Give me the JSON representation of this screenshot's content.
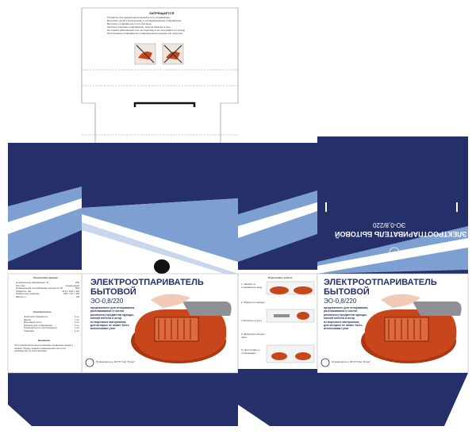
{
  "colors": {
    "navy": "#25306b",
    "light_blue": "#7e9fd1",
    "pale_blue": "#c9d7ee",
    "product_red": "#c7461c",
    "handle_grey": "#8d9097",
    "background": "#ffffff"
  },
  "top_flap": {
    "heading": "ЗАПРЕЩАЕТСЯ",
    "lines": [
      "Оставлять без надзора включенный в сеть отпариватель",
      "Допускать детей к включенному и охлаждающемуся отпаривателю",
      "Включать отпариватель в сеть без воды",
      "Касаться подошвы отпаривателя, пока он включен в сеть",
      "Не ставьте работающий утюг на подставку и не погружайте его в воду",
      "Использовать отпариватель с поврежденным шнуром или корпусом"
    ],
    "icons": [
      "no-touch-hand-icon",
      "no-touch-hand-icon"
    ]
  },
  "front_panel": {
    "title_line1": "ЭЛЕКТРООТПАРИВАТЕЛЬ",
    "title_line2": "БЫТОВОЙ",
    "model": "ЭО-0,8/220",
    "description": [
      "предназначен для отпаривания,",
      "разглаживания и чистки",
      "различных предметов одежды,",
      "мягкой мебели и штор",
      "из ворсовых материалов,",
      "для которых не может быть",
      "использован утюг"
    ],
    "manufacturer": "Производитель: ФГУП ГНЦ \"Русал\""
  },
  "side_panel_left": {
    "spec_heading": "Технические данные",
    "specs": [
      [
        "Номинальное напряжение, В",
        "220"
      ],
      [
        "Ток тока",
        "переменный"
      ],
      [
        "Номинальная потребляемая мощность, Вт",
        "800"
      ],
      [
        "Габариты, мм",
        "210 × 120 × 110"
      ],
      [
        "Габаритные размеры",
        "200 × 10 × 115"
      ],
      [
        "Масса, кг",
        "0,8"
      ]
    ],
    "contents_heading": "Комплектность",
    "contents": [
      [
        "Электроотпариватель",
        "1 шт"
      ],
      [
        "Щетка",
        "1 шт"
      ],
      [
        "Ворсовый лоток",
        "1 шт"
      ],
      [
        "Лопатка для отпаривания",
        "1 шт"
      ],
      [
        "Руководство по эксплуатации",
        "1 шт"
      ],
      [
        "Упаковка",
        "1 шт"
      ]
    ],
    "warning_heading": "Внимание",
    "warning_text": "При первом включении возможно появление дыма и запаха. Перед первым применением прочтите руководство по эксплуатации."
  },
  "side_panel_right": {
    "heading": "Подготовка к работе",
    "steps": [
      "1. Налейте в отпариватель воду",
      "2. Закрепите насадку",
      "3. Включите в сеть",
      "4. Дождитесь выхода пара",
      "5. Приступайте к отпариванию"
    ]
  },
  "back_panel": {
    "rotated_title": "ЭЛЕКТРООТПАРИВАТЕЛЬ БЫТОВОЙ",
    "rotated_model": "ЭО-0,8/220"
  }
}
